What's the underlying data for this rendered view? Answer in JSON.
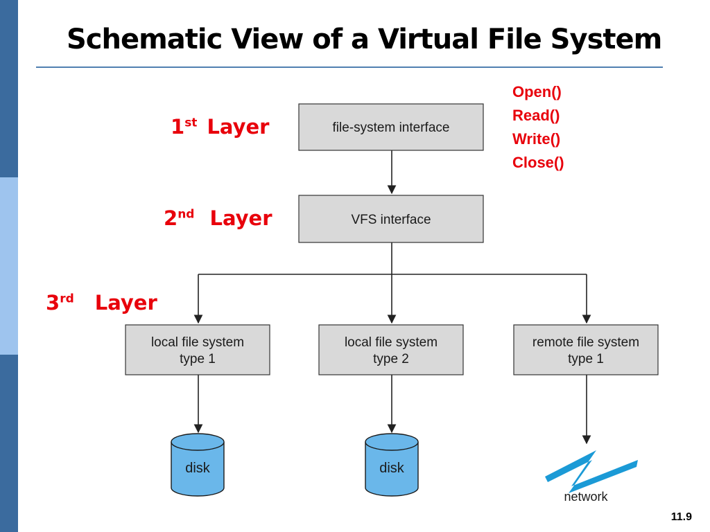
{
  "title": "Schematic View of a Virtual File System",
  "layers": [
    {
      "num": "1",
      "sup": "st",
      "word": "Layer"
    },
    {
      "num": "2",
      "sup": "nd",
      "word": "Layer"
    },
    {
      "num": "3",
      "sup": "rd",
      "word": "Layer"
    }
  ],
  "calls": [
    "Open()",
    "Read()",
    "Write()",
    "Close()"
  ],
  "boxes": {
    "fs_interface": [
      "file-system interface"
    ],
    "vfs_interface": [
      "VFS interface"
    ],
    "local_fs_1": [
      "local file system",
      "type 1"
    ],
    "local_fs_2": [
      "local file system",
      "type 2"
    ],
    "remote_fs_1": [
      "remote file system",
      "type 1"
    ]
  },
  "disk_label": "disk",
  "network_label": "network",
  "page_number": "11.9",
  "colors": {
    "accent": "#e8000b",
    "sidebar_dark": "#3b6b9e",
    "sidebar_light": "#9ec4ee",
    "title_rule": "#4f7fb0",
    "box_fill": "#d9d9d9",
    "disk_fill": "#6ab7ea",
    "network_bolt": "#1b9ad6"
  }
}
